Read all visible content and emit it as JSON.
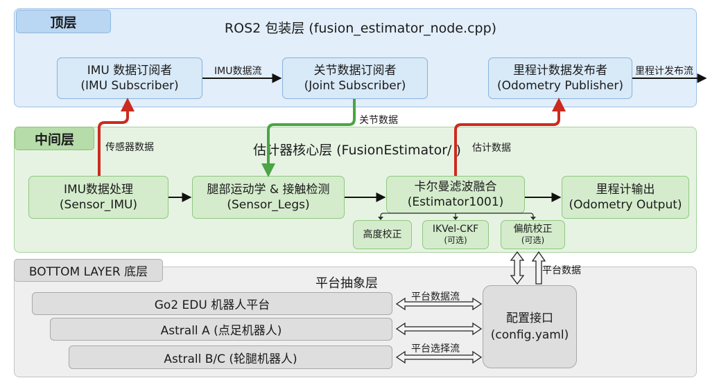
{
  "layers": {
    "top": {
      "tag": "顶层",
      "title": "ROS2 包装层 (fusion_estimator_node.cpp)"
    },
    "middle": {
      "tag": "中间层",
      "title": "估计器核心层 (FusionEstimator/ )"
    },
    "bottom": {
      "tag": "BOTTOM LAYER  底层",
      "title": "平台抽象层"
    }
  },
  "top_nodes": {
    "imu_sub": {
      "line1": "IMU 数据订阅者",
      "line2": "(IMU Subscriber)"
    },
    "joint_sub": {
      "line1": "关节数据订阅者",
      "line2": "(Joint Subscriber)"
    },
    "odom_pub": {
      "line1": "里程计数据发布者",
      "line2": "(Odometry Publisher)"
    }
  },
  "mid_nodes": {
    "imu_proc": {
      "line1": "IMU数据处理",
      "line2": "(Sensor_IMU)"
    },
    "legs": {
      "line1": "腿部运动学 & 接触检测",
      "line2": "(Sensor_Legs)"
    },
    "kalman": {
      "line1": "卡尔曼滤波融合",
      "line2": "(Estimator1001)"
    },
    "odom_out": {
      "line1": "里程计输出",
      "line2": "(Odometry Output)"
    },
    "height": {
      "line1": "高度校正"
    },
    "ikvel": {
      "line1": "IKVel-CKF",
      "line2": "(可选)"
    },
    "yaw": {
      "line1": "偏航校正",
      "line2": "(可选)"
    }
  },
  "bottom_nodes": {
    "go2": "Go2 EDU 机器人平台",
    "astrall_a": "Astrall A (点足机器人)",
    "astrall_bc": "Astrall B/C (轮腿机器人)",
    "config": {
      "line1": "配置接口",
      "line2": "(config.yaml)"
    }
  },
  "edge_labels": {
    "imu_stream": "IMU数据流",
    "odom_stream": "里程计发布流",
    "joint_data": "关节数据",
    "sensor_data": "传感器数据",
    "estimate_data": "估计数据",
    "platform_data": "平台数据",
    "platform_stream": "平台数据流",
    "platform_select": "平台选择流"
  },
  "colors": {
    "red_flow": "#cc2a1f",
    "green_flow": "#4aa544",
    "arrow": "#111111"
  }
}
